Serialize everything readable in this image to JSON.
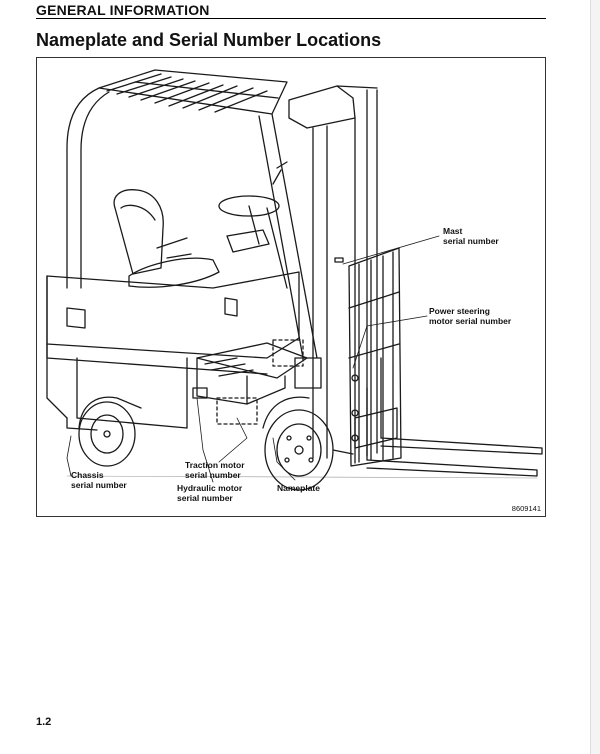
{
  "header": {
    "section": "GENERAL INFORMATION"
  },
  "title": "Nameplate and Serial Number Locations",
  "figure": {
    "callouts": {
      "mast": "Mast\nserial number",
      "power_steering": "Power steering\nmotor serial number",
      "traction_motor": "Traction motor\nserial number",
      "hydraulic_motor": "Hydraulic motor\nserial number",
      "chassis": "Chassis\nserial number",
      "nameplate": "Nameplate"
    },
    "figure_id": "8609141",
    "illustration_icon": "forklift-line-drawing"
  },
  "footer": {
    "page_number": "1.2"
  }
}
